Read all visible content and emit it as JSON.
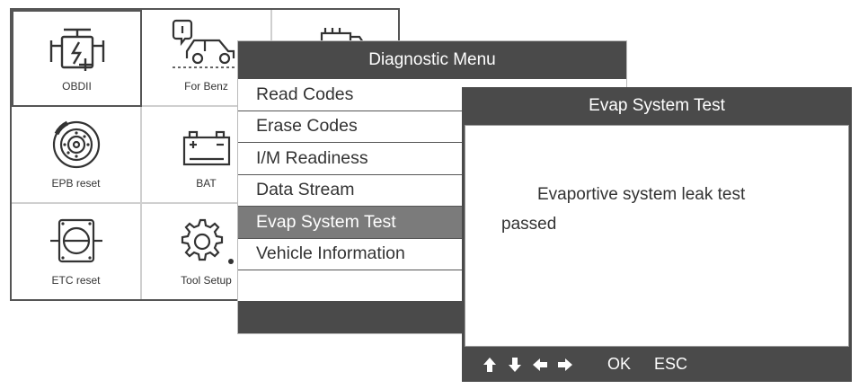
{
  "home": {
    "tiles": [
      {
        "label": "OBDII",
        "icon": "engine-icon"
      },
      {
        "label": "For Benz",
        "icon": "car-icon"
      },
      {
        "label": "",
        "icon": "battery-clamp-icon"
      },
      {
        "label": "EPB reset",
        "icon": "brake-disc-icon"
      },
      {
        "label": "BAT",
        "icon": "battery-icon"
      },
      {
        "label": "ETC reset",
        "icon": "throttle-body-icon"
      },
      {
        "label": "Tool Setup",
        "icon": "gear-icon"
      }
    ]
  },
  "menu": {
    "title": "Diagnostic Menu",
    "items": [
      "Read Codes",
      "Erase Codes",
      "I/M Readiness",
      "Data Stream",
      "Evap System Test",
      "Vehicle Information"
    ],
    "active_index": 4
  },
  "dialog": {
    "title": "Evap System Test",
    "message": "Evaportive system leak test passed",
    "keys": {
      "ok": "OK",
      "esc": "ESC"
    }
  },
  "colors": {
    "header": "#4a4a4a",
    "highlight": "#7b7b7b",
    "border": "#555555"
  }
}
